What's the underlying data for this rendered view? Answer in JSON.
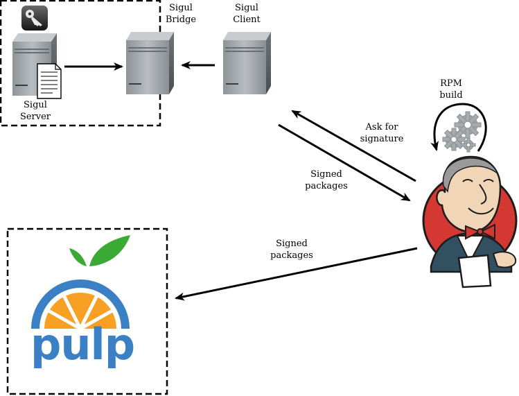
{
  "nodes": {
    "sigul_server": {
      "line1": "Sigul",
      "line2": "Server"
    },
    "sigul_bridge": {
      "line1": "Sigul",
      "line2": "Bridge"
    },
    "sigul_client": {
      "line1": "Sigul",
      "line2": "Client"
    },
    "rpm_build": {
      "line1": "RPM",
      "line2": "build"
    },
    "pulp": {
      "logo_text": "pulp"
    }
  },
  "edges": {
    "ask_for_signature": {
      "line1": "Ask for",
      "line2": "signature"
    },
    "signed_packages_to_client": {
      "line1": "Signed",
      "line2": "packages"
    },
    "signed_packages_to_pulp": {
      "line1": "Signed",
      "line2": "packages"
    }
  },
  "colors": {
    "pulp_blue": "#3b7fc4",
    "pulp_orange": "#f7a024",
    "pulp_leaf": "#3aaa35",
    "jenkins_red": "#d33833",
    "server_gray": "#9ea3a8"
  },
  "icons": [
    "key-icon",
    "server-icon",
    "document-icon",
    "gears-icon",
    "jenkins-butler-icon",
    "pulp-logo"
  ]
}
